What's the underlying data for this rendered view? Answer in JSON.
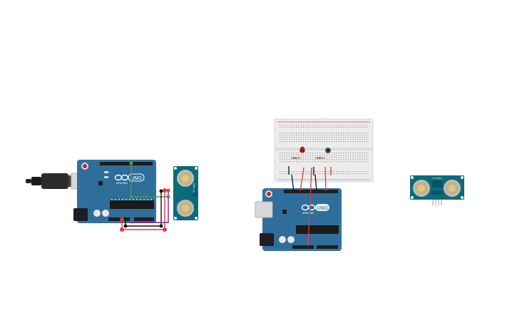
{
  "canvas": {
    "background": "#ffffff"
  },
  "colors": {
    "board": "#2f6d9a",
    "board_dark": "#24587d",
    "header": "#1e1e1e",
    "sensor_board": "#0c6a7a",
    "transducer_outer": "#c9c9c9",
    "transducer_inner": "#c8b27a",
    "breadboard": "#ececec",
    "wire_red": "#e53935",
    "wire_black": "#111111",
    "wire_green": "#43a047",
    "wire_purple": "#7b1fa2",
    "led_red": "#b71c1c"
  },
  "circuit_left": {
    "board": {
      "brand": "ARDUINO",
      "model": "UNO"
    },
    "usb_cable_icon": "usb-plug-icon",
    "sensor": {
      "label": "HC-SR04"
    }
  },
  "circuit_middle": {
    "breadboard": {
      "label": "breadboard"
    },
    "board": {
      "brand": "ARDUINO",
      "model": "UNO"
    }
  },
  "circuit_right": {
    "sensor": {
      "label": "HC-SR04"
    }
  }
}
